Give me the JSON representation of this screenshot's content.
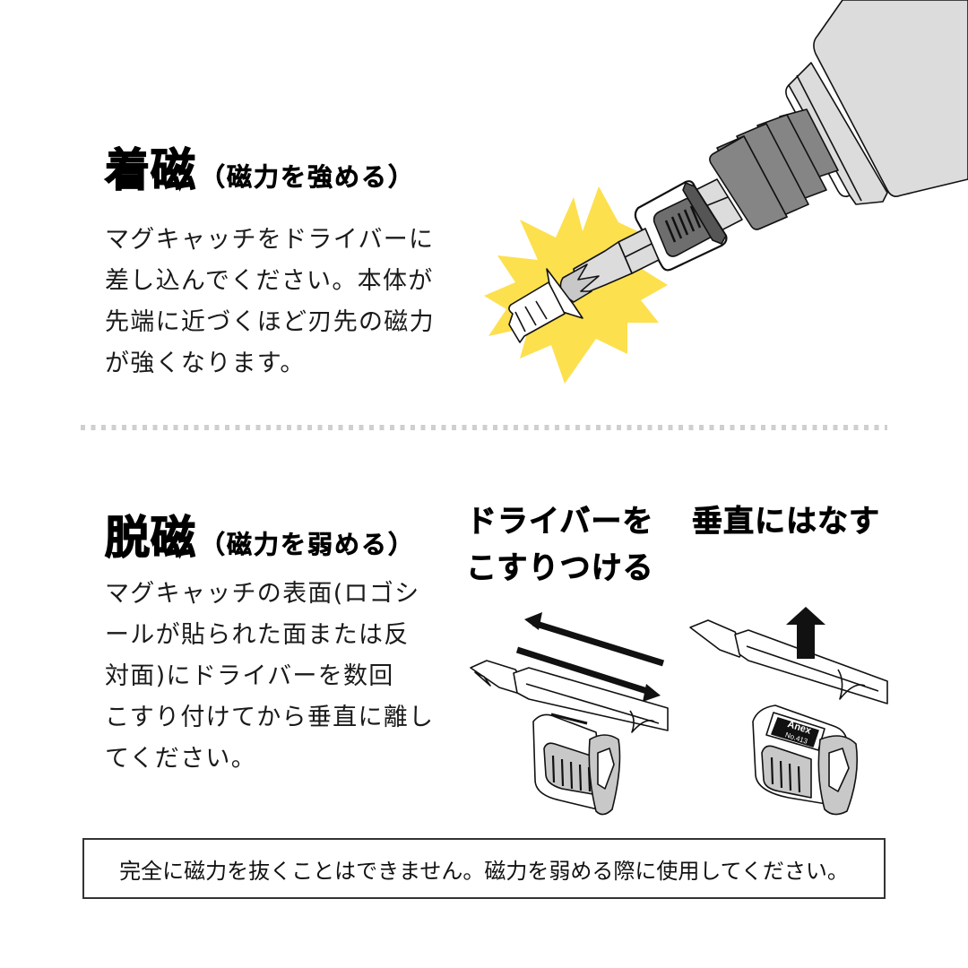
{
  "magnetize": {
    "title": "着磁",
    "subtitle": "（磁力を強める）",
    "body_lines": [
      "マグキャッチをドライバーに",
      "差し込んでください。本体が",
      "先端に近づくほど刃先の磁力",
      "が強くなります。"
    ]
  },
  "demagnetize": {
    "title": "脱磁",
    "subtitle": "（磁力を弱める）",
    "body_lines": [
      "マグキャッチの表面(ロゴシ",
      "ールが貼られた面または反",
      "対面)にドライバーを数回",
      "こすり付けてから垂直に離し",
      "てください。"
    ],
    "step1": {
      "lines": [
        "ドライバーを",
        "こすりつける"
      ]
    },
    "step2": {
      "lines": [
        "垂直にはなす"
      ]
    },
    "product_label": {
      "brand": "Anex",
      "model": "No.413"
    }
  },
  "note": {
    "text": "完全に磁力を抜くことはできません。磁力を弱める際に使用してください。"
  },
  "colors": {
    "burst_yellow": "#FCE04E",
    "drill_body": "#DCDCDC",
    "chuck_gray": "#858585",
    "cap_dark": "#6E6E6E",
    "divider": "#CFCFCF",
    "text": "#111111"
  },
  "icons": {
    "illustration_1": "drill-with-magcatch-icon",
    "illustration_2": "rub-driver-on-magcatch-icon",
    "illustration_3": "lift-driver-vertically-icon"
  }
}
